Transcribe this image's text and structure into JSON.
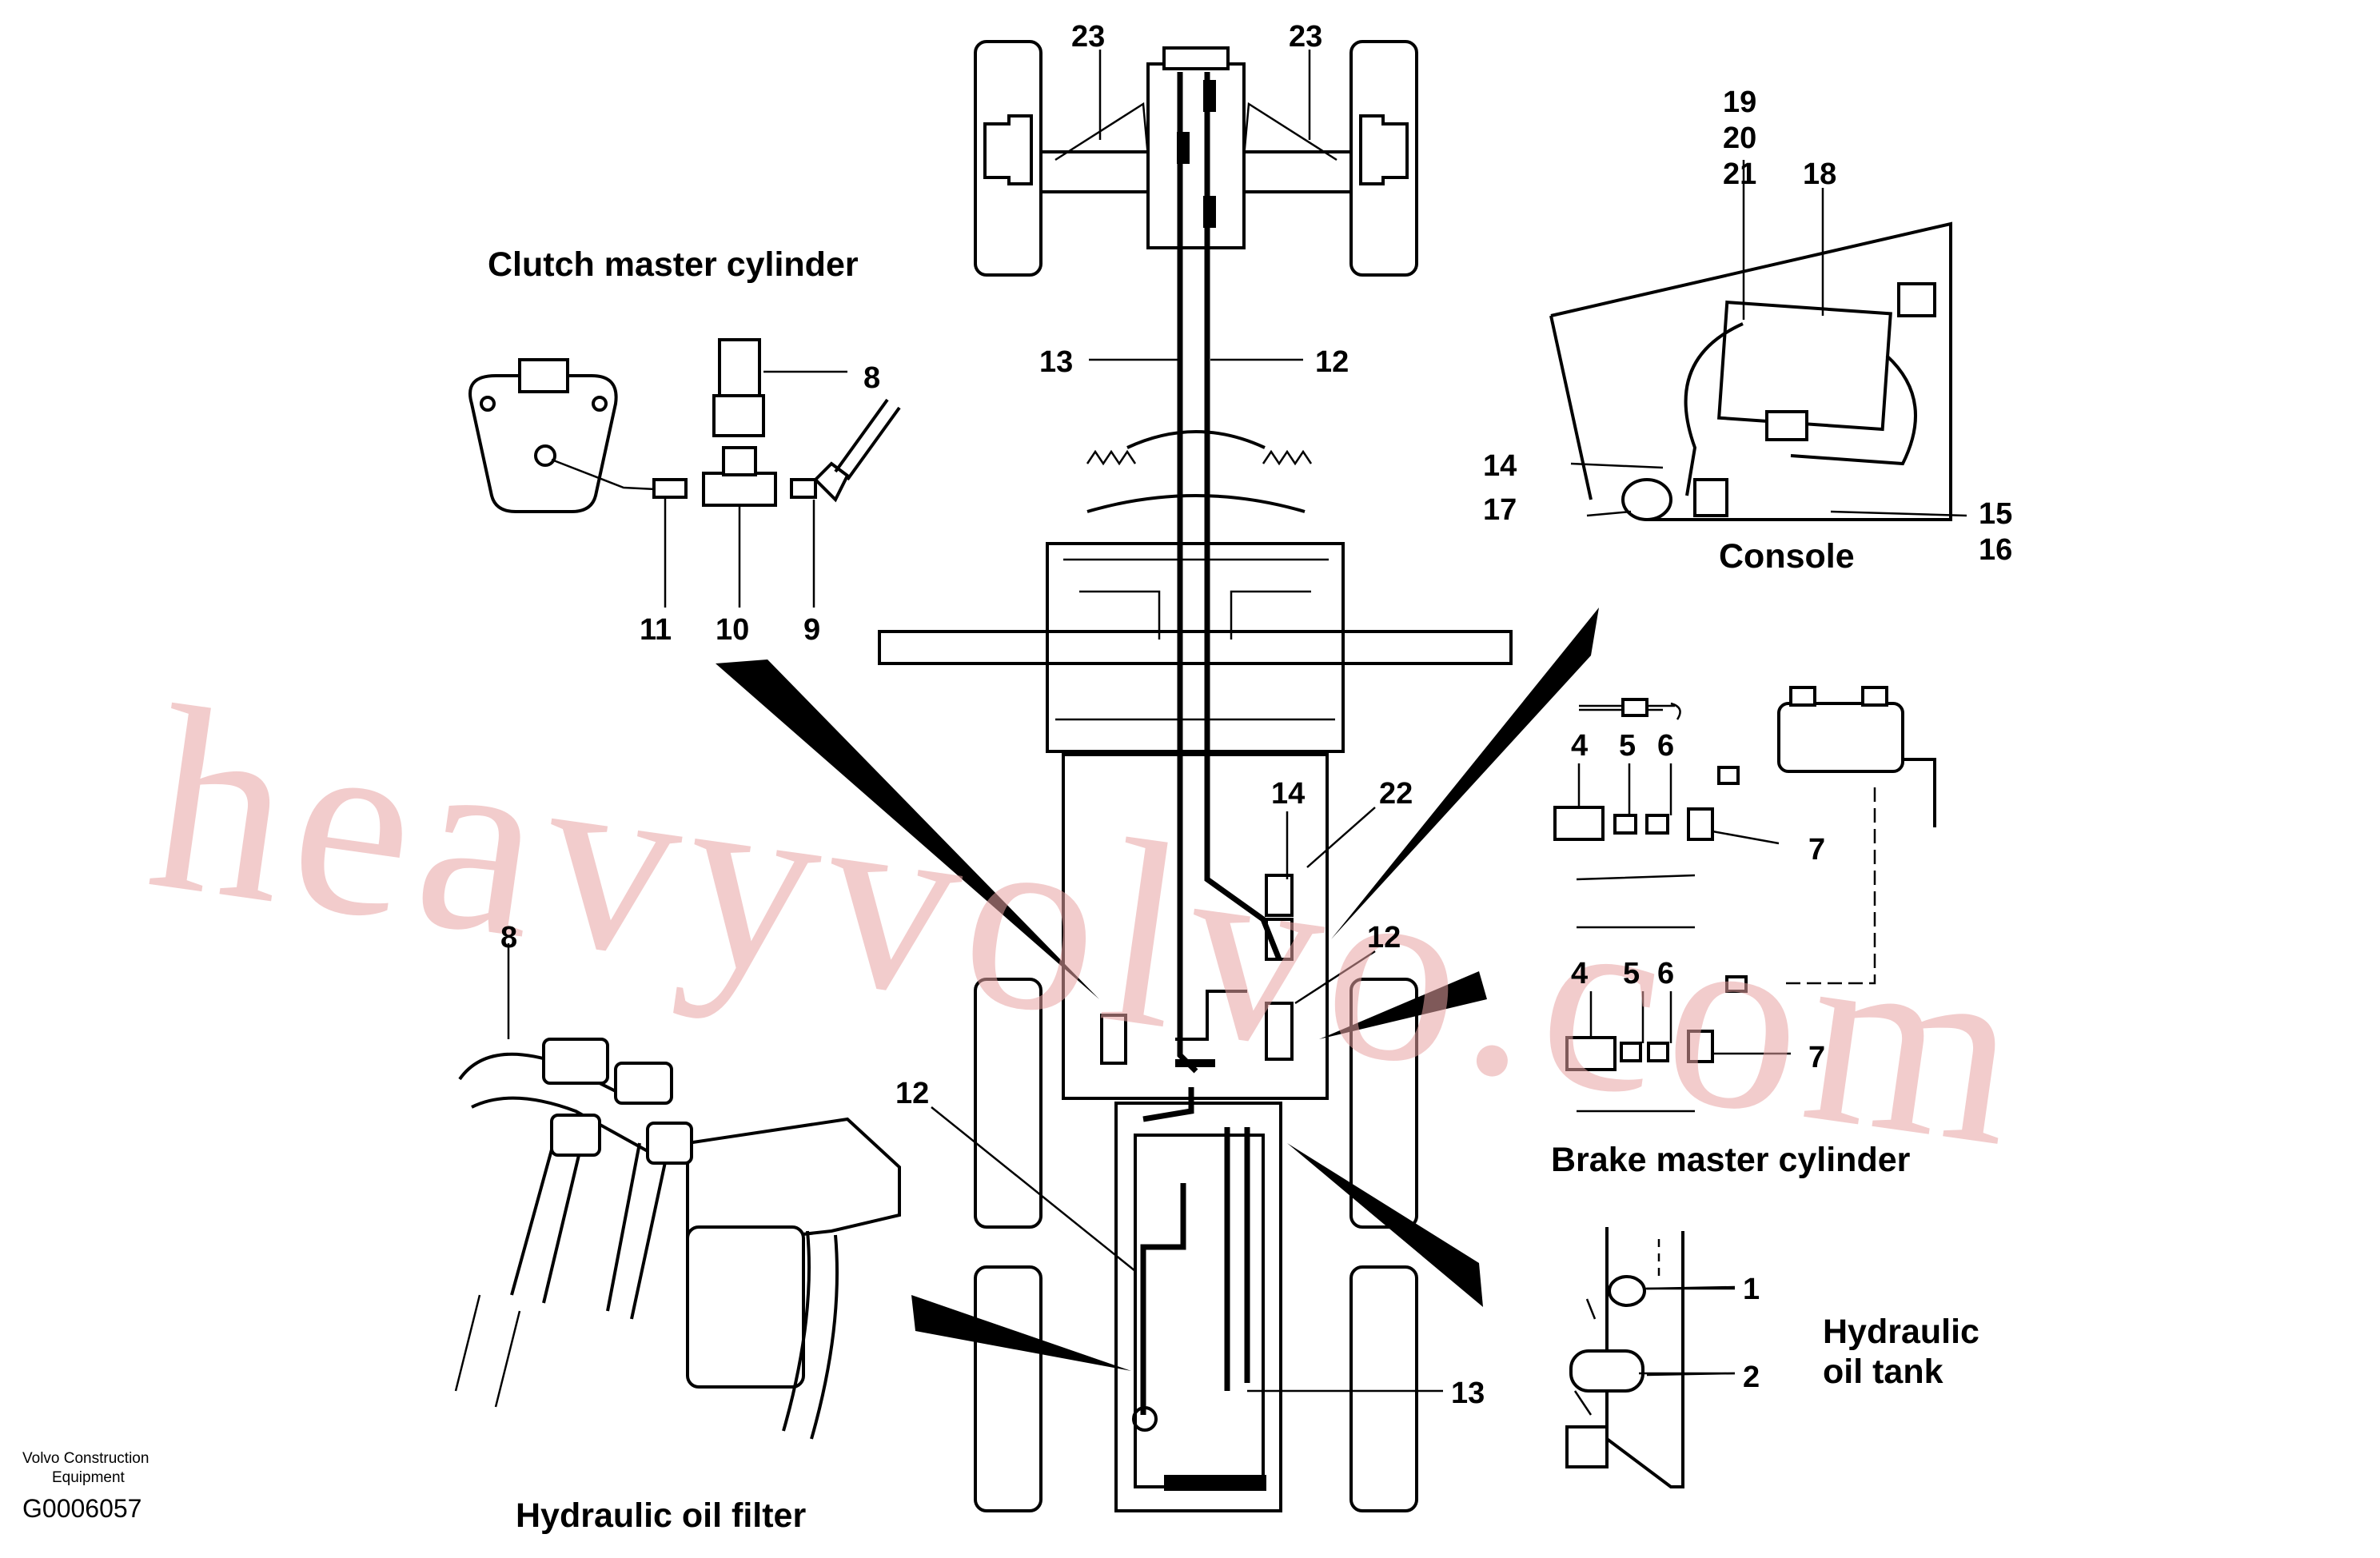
{
  "captions": {
    "clutch_master_cylinder": "Clutch master cylinder",
    "console": "Console",
    "brake_master_cylinder": "Brake master cylinder",
    "hydraulic_oil_tank_line1": "Hydraulic",
    "hydraulic_oil_tank_line2": "oil tank",
    "hydraulic_oil_filter": "Hydraulic oil filter"
  },
  "source": {
    "line1": "Volvo Construction",
    "line2": "Equipment",
    "doc_id": "G0006057"
  },
  "watermark": "heavyvolvo.com",
  "callouts": {
    "c23a": "23",
    "c23b": "23",
    "c13_top": "13",
    "c12_top": "12",
    "c8": "8",
    "c11": "11",
    "c10": "10",
    "c9": "9",
    "c19": "19",
    "c20": "20",
    "c21": "21",
    "c18": "18",
    "c14_console": "14",
    "c17": "17",
    "c15": "15",
    "c16": "16",
    "c4a": "4",
    "c5a": "5",
    "c6a": "6",
    "c7a": "7",
    "c4b": "4",
    "c5b": "5",
    "c6b": "6",
    "c7b": "7",
    "c14_mid": "14",
    "c22": "22",
    "c12_mid": "12",
    "c12_low": "12",
    "c13_low": "13",
    "c1": "1",
    "c2": "2",
    "c8_filter": "8"
  }
}
